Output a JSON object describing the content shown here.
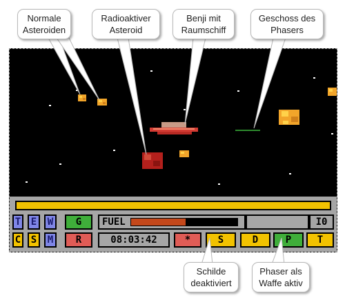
{
  "callouts": {
    "normal_asteroids": [
      "Normale",
      "Asteroiden"
    ],
    "radioactive_asteroid": [
      "Radioaktiver",
      "Asteroid"
    ],
    "benji": [
      "Benji mit",
      "Raumschiff"
    ],
    "phaser_shot": [
      "Geschoss des",
      "Phasers"
    ],
    "shields": [
      "Schilde",
      "deaktiviert"
    ],
    "phaser_weapon": [
      "Phaser als",
      "Waffe aktiv"
    ]
  },
  "hud": {
    "row1": {
      "t": "T",
      "e": "E",
      "w": "W",
      "g": "G",
      "fuel_label": "FUEL",
      "fuel_level": 0.51,
      "sector": "I0"
    },
    "row2": {
      "c": "C",
      "s": "S",
      "m": "M",
      "r": "R",
      "clock": "08:03:42",
      "star": "*",
      "shield": "S",
      "d": "D",
      "phaser": "P",
      "t": "T"
    }
  },
  "colors": {
    "space": "#000000",
    "panel": "#a6a6a6",
    "yellow": "#f2c200",
    "blue": "#7f86e6",
    "green": "#3fae3a",
    "red": "#e05c56",
    "fuel_fill": "#c4481b",
    "asteroid": "#f2a52a",
    "radioactive": "#b3201c",
    "phaser_beam": "#2e8b2e"
  }
}
